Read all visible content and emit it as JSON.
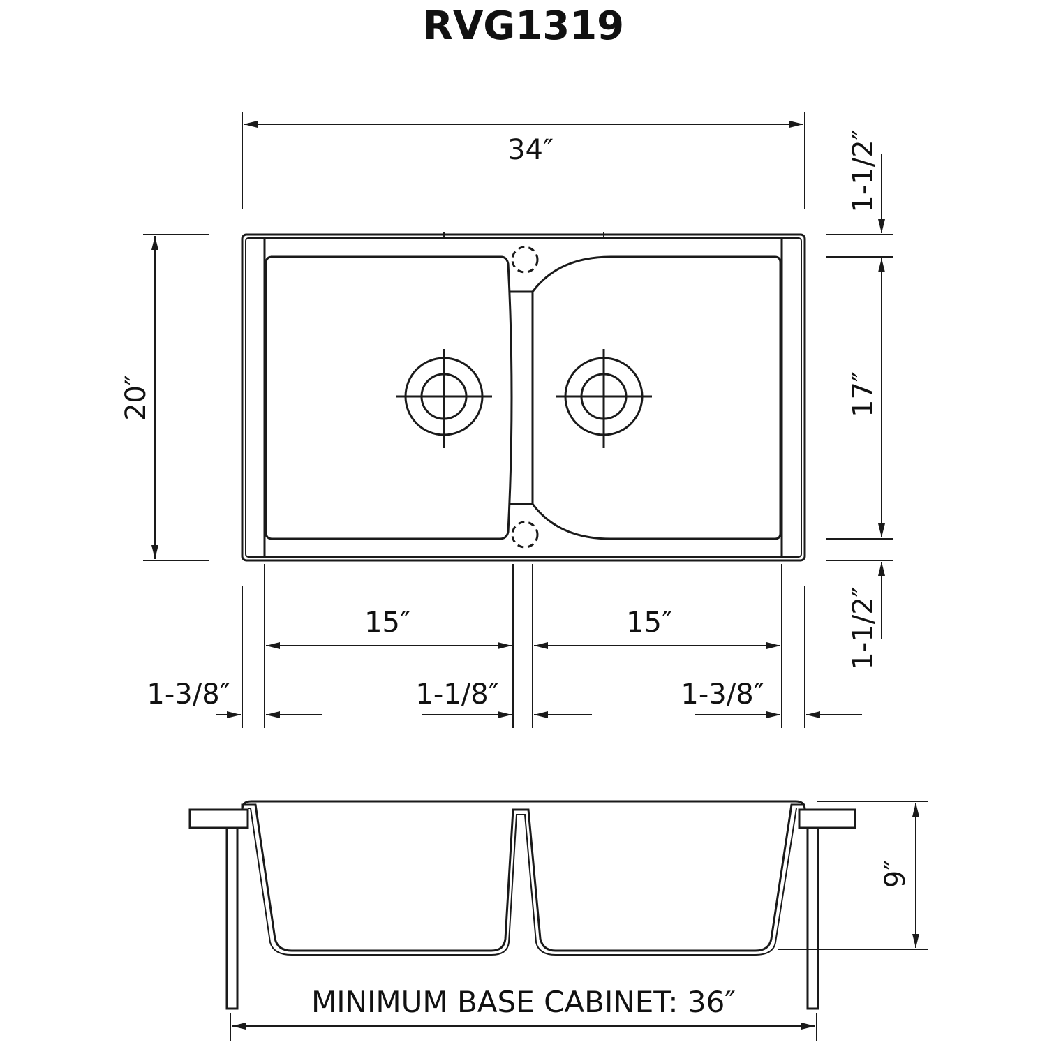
{
  "title": "RVG1319",
  "plan_view": {
    "overall_width": "34″",
    "overall_depth": "20″",
    "bowl_depth": "17″",
    "rim_top": "1-1/2″",
    "rim_bottom": "1-1/2″",
    "left_bowl_width": "15″",
    "right_bowl_width": "15″",
    "left_rim": "1-3/8″",
    "divider": "1-1/8″",
    "right_rim": "1-3/8″"
  },
  "section_view": {
    "depth": "9″",
    "cabinet_note": "MINIMUM BASE CABINET: 36″"
  },
  "colors": {
    "line": "#1a1a1a",
    "background": "#ffffff"
  }
}
